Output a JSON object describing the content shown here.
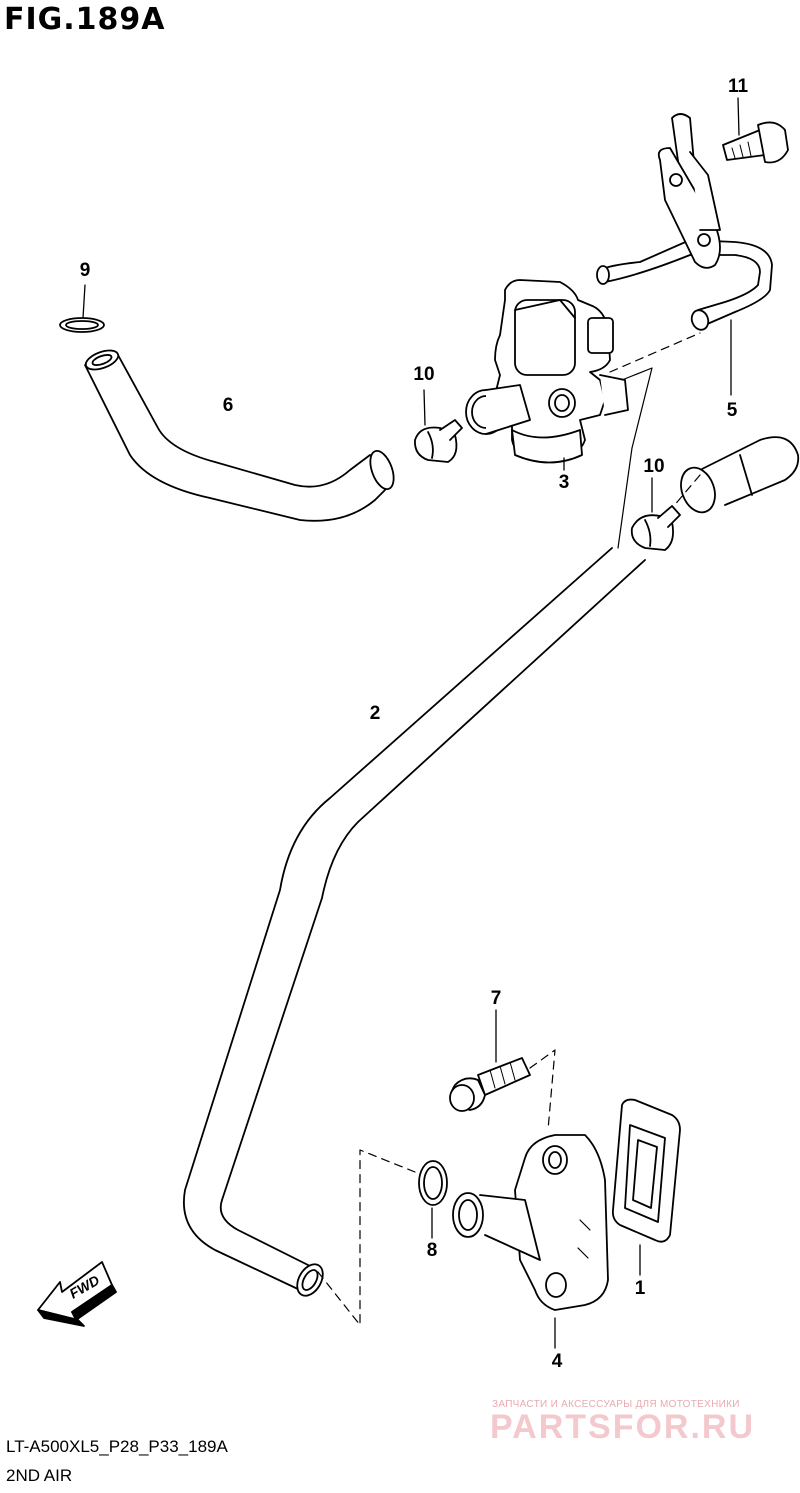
{
  "header": {
    "figure_title": "FIG.189A"
  },
  "callouts": {
    "c1": "1",
    "c2": "2",
    "c3": "3",
    "c4": "4",
    "c5": "5",
    "c6": "6",
    "c7": "7",
    "c8": "8",
    "c9": "9",
    "c10a": "10",
    "c10b": "10",
    "c11": "11"
  },
  "fwd_arrow": {
    "label": "FWD"
  },
  "footer": {
    "model_code": "LT-A500XL5_P28_P33_189A",
    "section_name": "2ND AIR"
  },
  "watermark": {
    "tagline": "ЗАПЧАСТИ И АКСЕССУАРЫ ДЛЯ МОТОТЕХНИКИ",
    "logo": "PARTSFOR.RU",
    "color": "#f3c9cd"
  },
  "colors": {
    "line": "#000000",
    "background": "#ffffff"
  }
}
